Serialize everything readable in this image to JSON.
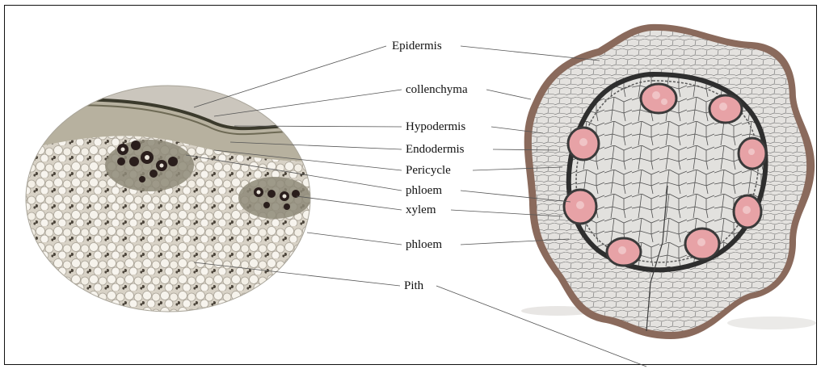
{
  "labels": {
    "epidermis": "Epidermis",
    "collenchyma": "collenchyma",
    "hypodermis": "Hypodermis",
    "endodermis": "Endodermis",
    "pericycle": "Pericycle",
    "phloem_1": "phloem",
    "xylem": "xylem",
    "phloem_2": "phloem",
    "pith": "Pith"
  },
  "colors": {
    "frame": "#111111",
    "leader_line": "#555555",
    "micrograph_bg": "#c9c3b6",
    "pith_cells": "#f4f1ea",
    "stem_epidermis": "#8a6a5c",
    "stem_ground": "#dcdad6",
    "phloem_pink": "#e7a2a6",
    "vascular_ring": "#3a3a3a"
  }
}
